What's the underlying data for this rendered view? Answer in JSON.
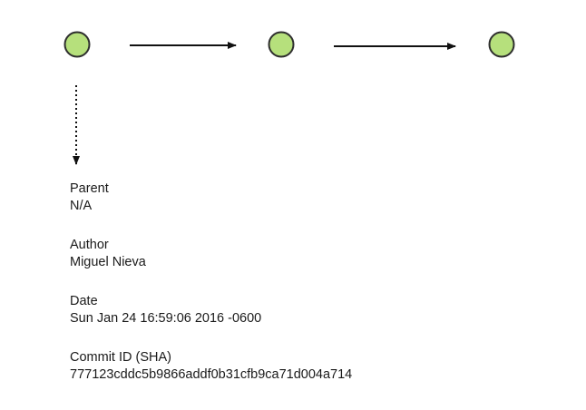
{
  "colors": {
    "node_fill": "#b6e07c",
    "node_stroke": "#2e2e2e",
    "arrow": "#111111"
  },
  "diagram": {
    "nodes": [
      {
        "id": "commit-1"
      },
      {
        "id": "commit-2"
      },
      {
        "id": "commit-3"
      }
    ],
    "edges": [
      {
        "from": "commit-1",
        "to": "commit-2",
        "style": "solid"
      },
      {
        "from": "commit-2",
        "to": "commit-3",
        "style": "solid"
      },
      {
        "from": "commit-1",
        "to": "commit-details",
        "style": "dotted"
      }
    ]
  },
  "details": {
    "parent": {
      "label": "Parent",
      "value": "N/A"
    },
    "author": {
      "label": "Author",
      "value": "Miguel Nieva"
    },
    "date": {
      "label": "Date",
      "value": "Sun Jan 24 16:59:06 2016 -0600"
    },
    "commit_id": {
      "label": "Commit ID (SHA)",
      "value": "777123cddc5b9866addf0b31cfb9ca71d004a714"
    }
  }
}
